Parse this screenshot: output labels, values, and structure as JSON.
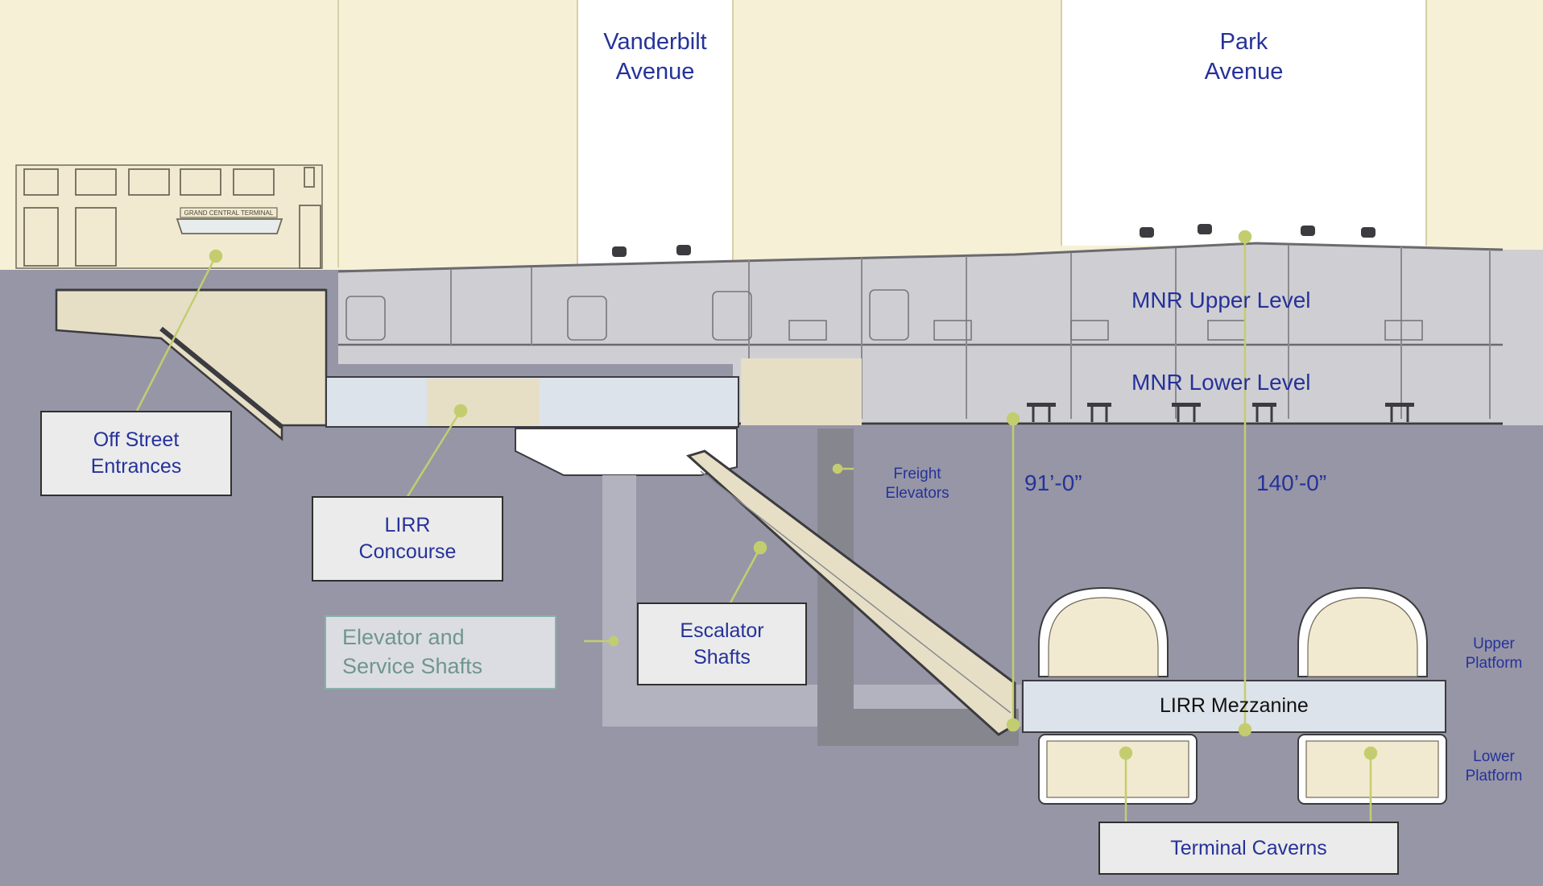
{
  "streets": {
    "vanderbilt": {
      "line1": "Vanderbilt",
      "line2": "Avenue"
    },
    "park": {
      "line1": "Park",
      "line2": "Avenue"
    }
  },
  "sign_text": "GRAND CENTRAL TERMINAL",
  "levels": {
    "mnr_upper": "MNR Upper Level",
    "mnr_lower": "MNR Lower Level",
    "lirr_mezzanine": "LIRR Mezzanine"
  },
  "dimensions": {
    "d91": "91’-0”",
    "d140": "140’-0”"
  },
  "freight": {
    "line1": "Freight",
    "line2": "Elevators"
  },
  "platforms": {
    "upper": {
      "line1": "Upper",
      "line2": "Platform"
    },
    "lower": {
      "line1": "Lower",
      "line2": "Platform"
    }
  },
  "callouts": {
    "off_street": {
      "line1": "Off Street",
      "line2": "Entrances"
    },
    "lirr_concourse": {
      "line1": "LIRR",
      "line2": "Concourse"
    },
    "elevator_shafts": {
      "line1": "Elevator and",
      "line2": "Service Shafts"
    },
    "escalator_shafts": {
      "line1": "Escalator",
      "line2": "Shafts"
    },
    "terminal_caverns": "Terminal Caverns"
  },
  "colors": {
    "ground": "#9796a6",
    "building": "#f6f0d6",
    "street_gap": "#ffffff",
    "track_levels": "#cfcfd3",
    "text_blue": "#25329a",
    "leader_green": "#c3cd6f"
  }
}
